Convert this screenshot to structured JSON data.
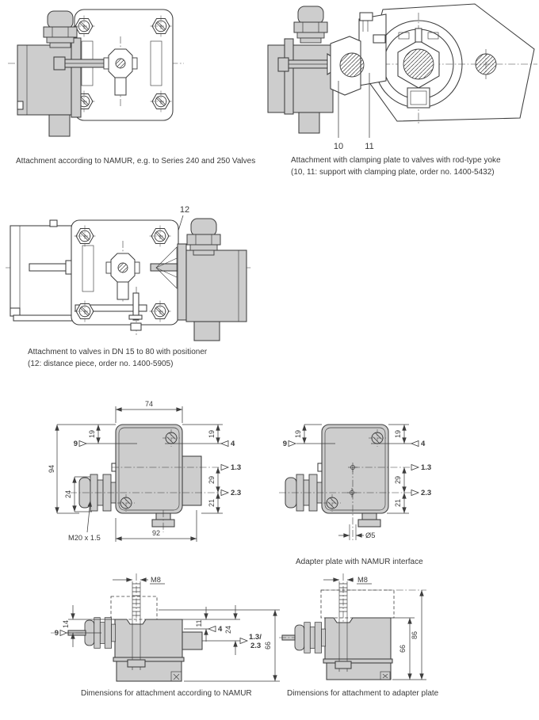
{
  "colors": {
    "background": "#ffffff",
    "line": "#3d3d3d",
    "device_fill": "#cdcdcd",
    "plate_fill": "#ffffff",
    "text": "#3a3a3a"
  },
  "figures": {
    "fig1": {
      "caption": "Attachment according to NAMUR, e.g. to Series 240 and 250 Valves"
    },
    "fig2": {
      "caption_line1": "Attachment with clamping plate to valves with rod-type yoke",
      "caption_line2": "(10, 11: support with clamping plate, order no. 1400-5432)",
      "label_10": "10",
      "label_11": "11"
    },
    "fig3": {
      "caption_line1": "Attachment to valves in DN 15 to 80 with positioner",
      "caption_line2": "(12: distance piece, order no. 1400-5905)",
      "label_12": "12"
    },
    "fig4": {
      "d74": "74",
      "d94": "94",
      "d19_left": "19",
      "d19_right": "19",
      "h9": "9",
      "h4": "4",
      "h13": "1.3",
      "d29": "29",
      "h23": "2.3",
      "d21": "21",
      "d24": "24",
      "thread": "M20 x 1.5",
      "d92": "92"
    },
    "fig5": {
      "caption": "Adapter plate with NAMUR interface",
      "d19_left": "19",
      "d19_right": "19",
      "h9": "9",
      "h4": "4",
      "h13": "1.3",
      "d29": "29",
      "h23": "2.3",
      "d21": "21",
      "dia5": "Ø5"
    },
    "fig6": {
      "caption": "Dimensions for attachment according to NAMUR",
      "m8": "M8",
      "h9": "9",
      "d14": "14",
      "d11": "11",
      "h4": "4",
      "d24": "24",
      "h13_23_line1": "1.3/",
      "h13_23_line2": "2.3",
      "d66": "66"
    },
    "fig7": {
      "caption": "Dimensions for attachment to adapter plate",
      "m8": "M8",
      "d66": "66",
      "d86": "86"
    }
  }
}
